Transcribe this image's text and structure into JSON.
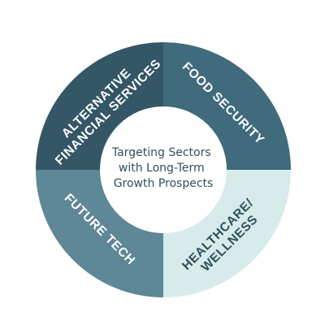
{
  "diagram": {
    "center_text": [
      "Targeting Sectors",
      "with Long-Term",
      "Growth Prospects"
    ],
    "segments": [
      {
        "id": "alt-fin",
        "lines": [
          "ALTERNATIVE",
          "FINANCIAL SERVICES"
        ],
        "fill": "#345666",
        "text_color": "#ffffff"
      },
      {
        "id": "food",
        "lines": [
          "FOOD SECURITY"
        ],
        "fill": "#3f6b7c",
        "text_color": "#ffffff"
      },
      {
        "id": "health",
        "lines": [
          "HEALTHCARE/",
          "WELLNESS"
        ],
        "fill": "#d7ecea",
        "text_color": "#2f4f5e"
      },
      {
        "id": "future",
        "lines": [
          "FUTURE TECH"
        ],
        "fill": "#5e8797",
        "text_color": "#ffffff"
      }
    ],
    "center_text_color": "#2f4f5e"
  }
}
